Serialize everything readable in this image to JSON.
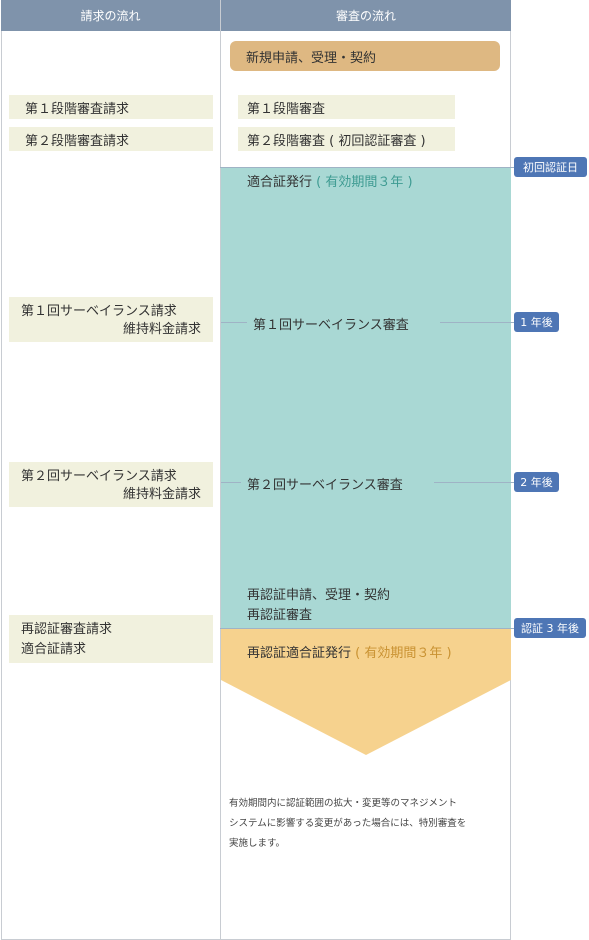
{
  "headers": {
    "billing": "請求の流れ",
    "audit": "審査の流れ"
  },
  "audit_steps": {
    "application": "新規申請、受理・契約",
    "stage1": "第１段階審査",
    "stage2": "第２段階審査 ( 初回認証審査 )",
    "cert_issue": "適合証発行",
    "cert_validity": " ( 有効期間３年 )",
    "surv1": "第１回サーベイランス審査",
    "surv2": "第２回サーベイランス審査",
    "recert_app": "再認証申請、受理・契約",
    "recert_audit": "再認証審査",
    "recert_issue": "再認証適合証発行",
    "recert_validity": " ( 有効期間３年 )"
  },
  "billing_steps": {
    "stage1": "第１段階審査請求",
    "stage2": "第２段階審査請求",
    "surv1_line1": "第１回サーベイランス請求",
    "surv1_line2": "維持料金請求",
    "surv2_line1": "第２回サーベイランス請求",
    "surv2_line2": "維持料金請求",
    "recert_line1": "再認証審査請求",
    "recert_line2": "適合証請求"
  },
  "milestones": {
    "initial": "初回認証日",
    "year1": "1 年後",
    "year2": "2 年後",
    "year3": "認証 3 年後"
  },
  "note": {
    "line1": "有効期間内に認証範囲の拡大・変更等のマネジメント",
    "line2": "システムに影響する変更があった場合には、特別審査を",
    "line3": "実施します。"
  },
  "colors": {
    "header": "#7f93ab",
    "request_box": "#f1f1de",
    "application_pill": "#deb882",
    "validity_period": "#a9d8d4",
    "renewal_period": "#f6d28e",
    "milestone_badge": "#4e76b5"
  }
}
